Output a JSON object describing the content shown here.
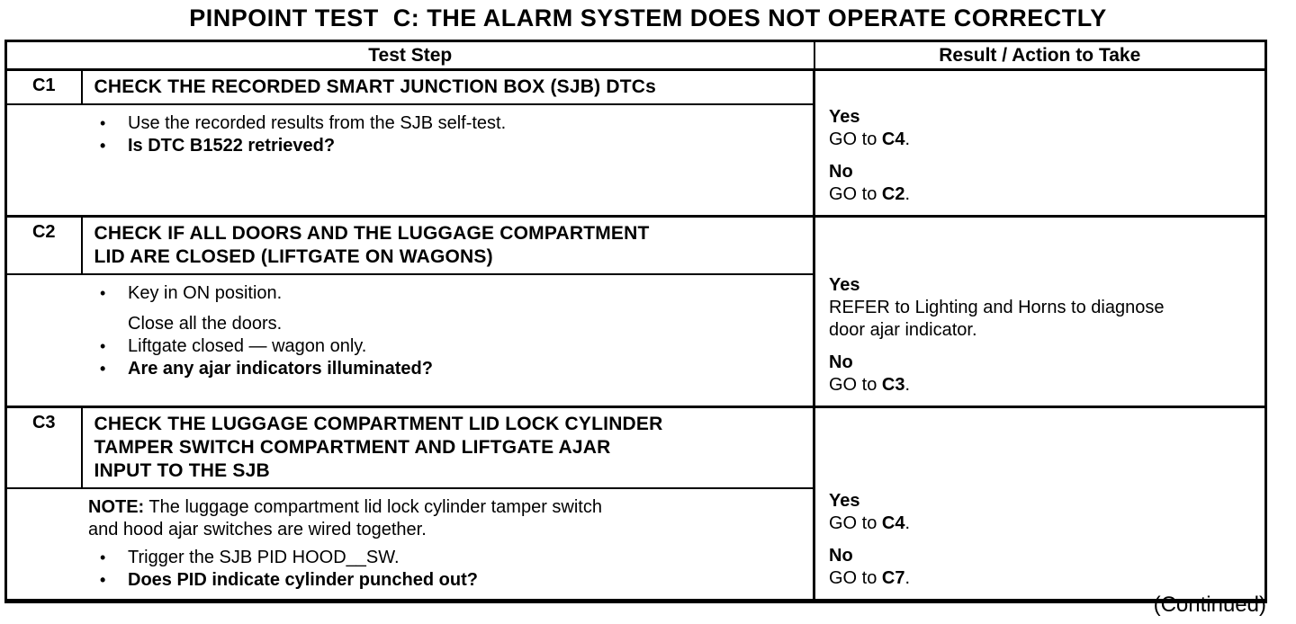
{
  "page": {
    "title": "PINPOINT TEST  C: THE ALARM SYSTEM DOES NOT OPERATE CORRECTLY",
    "continued_note": "(Continued)"
  },
  "colors": {
    "text": "#000000",
    "background": "#ffffff",
    "border": "#000000"
  },
  "table": {
    "columns": {
      "test_step": "Test Step",
      "result": "Result / Action to Take"
    },
    "steps": [
      {
        "id": "C1",
        "title": "CHECK THE RECORDED SMART JUNCTION BOX (SJB) DTCs",
        "note_label": "",
        "note_text": "",
        "items": [
          {
            "marker": "•",
            "text": "Use the recorded results from the SJB self-test."
          },
          {
            "marker": "•",
            "text": "Is DTC B1522 retrieved?"
          }
        ],
        "answers": [
          {
            "label": "Yes",
            "action_pre": "GO to ",
            "action_target": "C4",
            "action_post": "."
          },
          {
            "label": "No",
            "action_pre": "GO to ",
            "action_target": "C2",
            "action_post": "."
          }
        ]
      },
      {
        "id": "C2",
        "title": "CHECK IF ALL DOORS AND THE LUGGAGE COMPARTMENT\nLID ARE CLOSED (LIFTGATE ON WAGONS)",
        "note_label": "",
        "note_text": "",
        "items": [
          {
            "marker": "•",
            "text": "Key in ON position."
          },
          {
            "marker": "",
            "text": "Close all the doors."
          },
          {
            "marker": "•",
            "text": "Liftgate closed — wagon only."
          },
          {
            "marker": "•",
            "text": "Are any ajar indicators illuminated?"
          }
        ],
        "answers": [
          {
            "label": "Yes",
            "action_pre": "REFER to Lighting and Horns to diagnose\ndoor ajar indicator.",
            "action_target": "",
            "action_post": ""
          },
          {
            "label": "No",
            "action_pre": "GO to ",
            "action_target": "C3",
            "action_post": "."
          }
        ]
      },
      {
        "id": "C3",
        "title": "CHECK THE LUGGAGE COMPARTMENT LID LOCK CYLINDER\nTAMPER SWITCH COMPARTMENT AND LIFTGATE AJAR\nINPUT TO THE SJB",
        "note_label": "NOTE:",
        "note_text": "The luggage compartment lid lock cylinder tamper switch\nand hood ajar switches are wired together.",
        "items": [
          {
            "marker": "•",
            "text": "Trigger the SJB PID HOOD__SW."
          },
          {
            "marker": "•",
            "text": "Does PID indicate cylinder punched out?"
          }
        ],
        "answers": [
          {
            "label": "Yes",
            "action_pre": "GO to ",
            "action_target": "C4",
            "action_post": "."
          },
          {
            "label": "No",
            "action_pre": "GO to ",
            "action_target": "C7",
            "action_post": "."
          }
        ]
      }
    ]
  }
}
